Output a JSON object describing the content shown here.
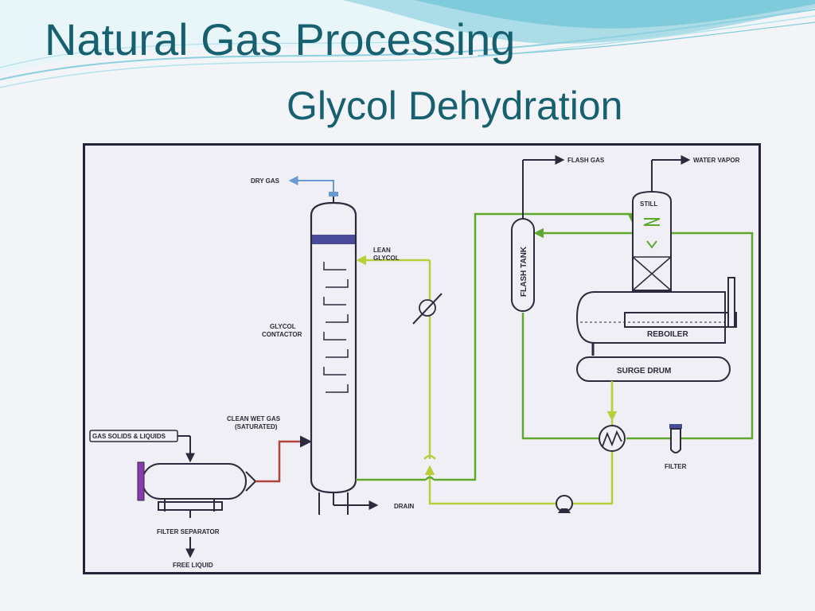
{
  "slide": {
    "title": "Natural Gas Processing",
    "subtitle": "Glycol Dehydration"
  },
  "diagram": {
    "labels": {
      "dry_gas": "DRY GAS",
      "lean_glycol_1": "LEAN",
      "lean_glycol_2": "GLYCOL",
      "glycol_contactor_1": "GLYCOL",
      "glycol_contactor_2": "CONTACTOR",
      "clean_wet_gas_1": "CLEAN WET GAS",
      "clean_wet_gas_2": "(SATURATED)",
      "gas_solids_liquids": "GAS SOLIDS & LIQUIDS",
      "filter_separator": "FILTER SEPARATOR",
      "free_liquid": "FREE LIQUID",
      "drain": "DRAIN",
      "flash_gas": "FLASH GAS",
      "flash_tank": "FLASH TANK",
      "water_vapor": "WATER VAPOR",
      "still": "STILL",
      "reboiler": "REBOILER",
      "surge_drum": "SURGE DRUM",
      "filter": "FILTER"
    },
    "colors": {
      "glycol_line": "#5fa82e",
      "lean_glycol_line": "#b9cf3a",
      "wet_gas_line": "#b0443a",
      "dry_gas_arrow": "#6a9bd0",
      "equipment_stroke": "#2b2b3d",
      "packing": "#4a4a9a"
    }
  }
}
